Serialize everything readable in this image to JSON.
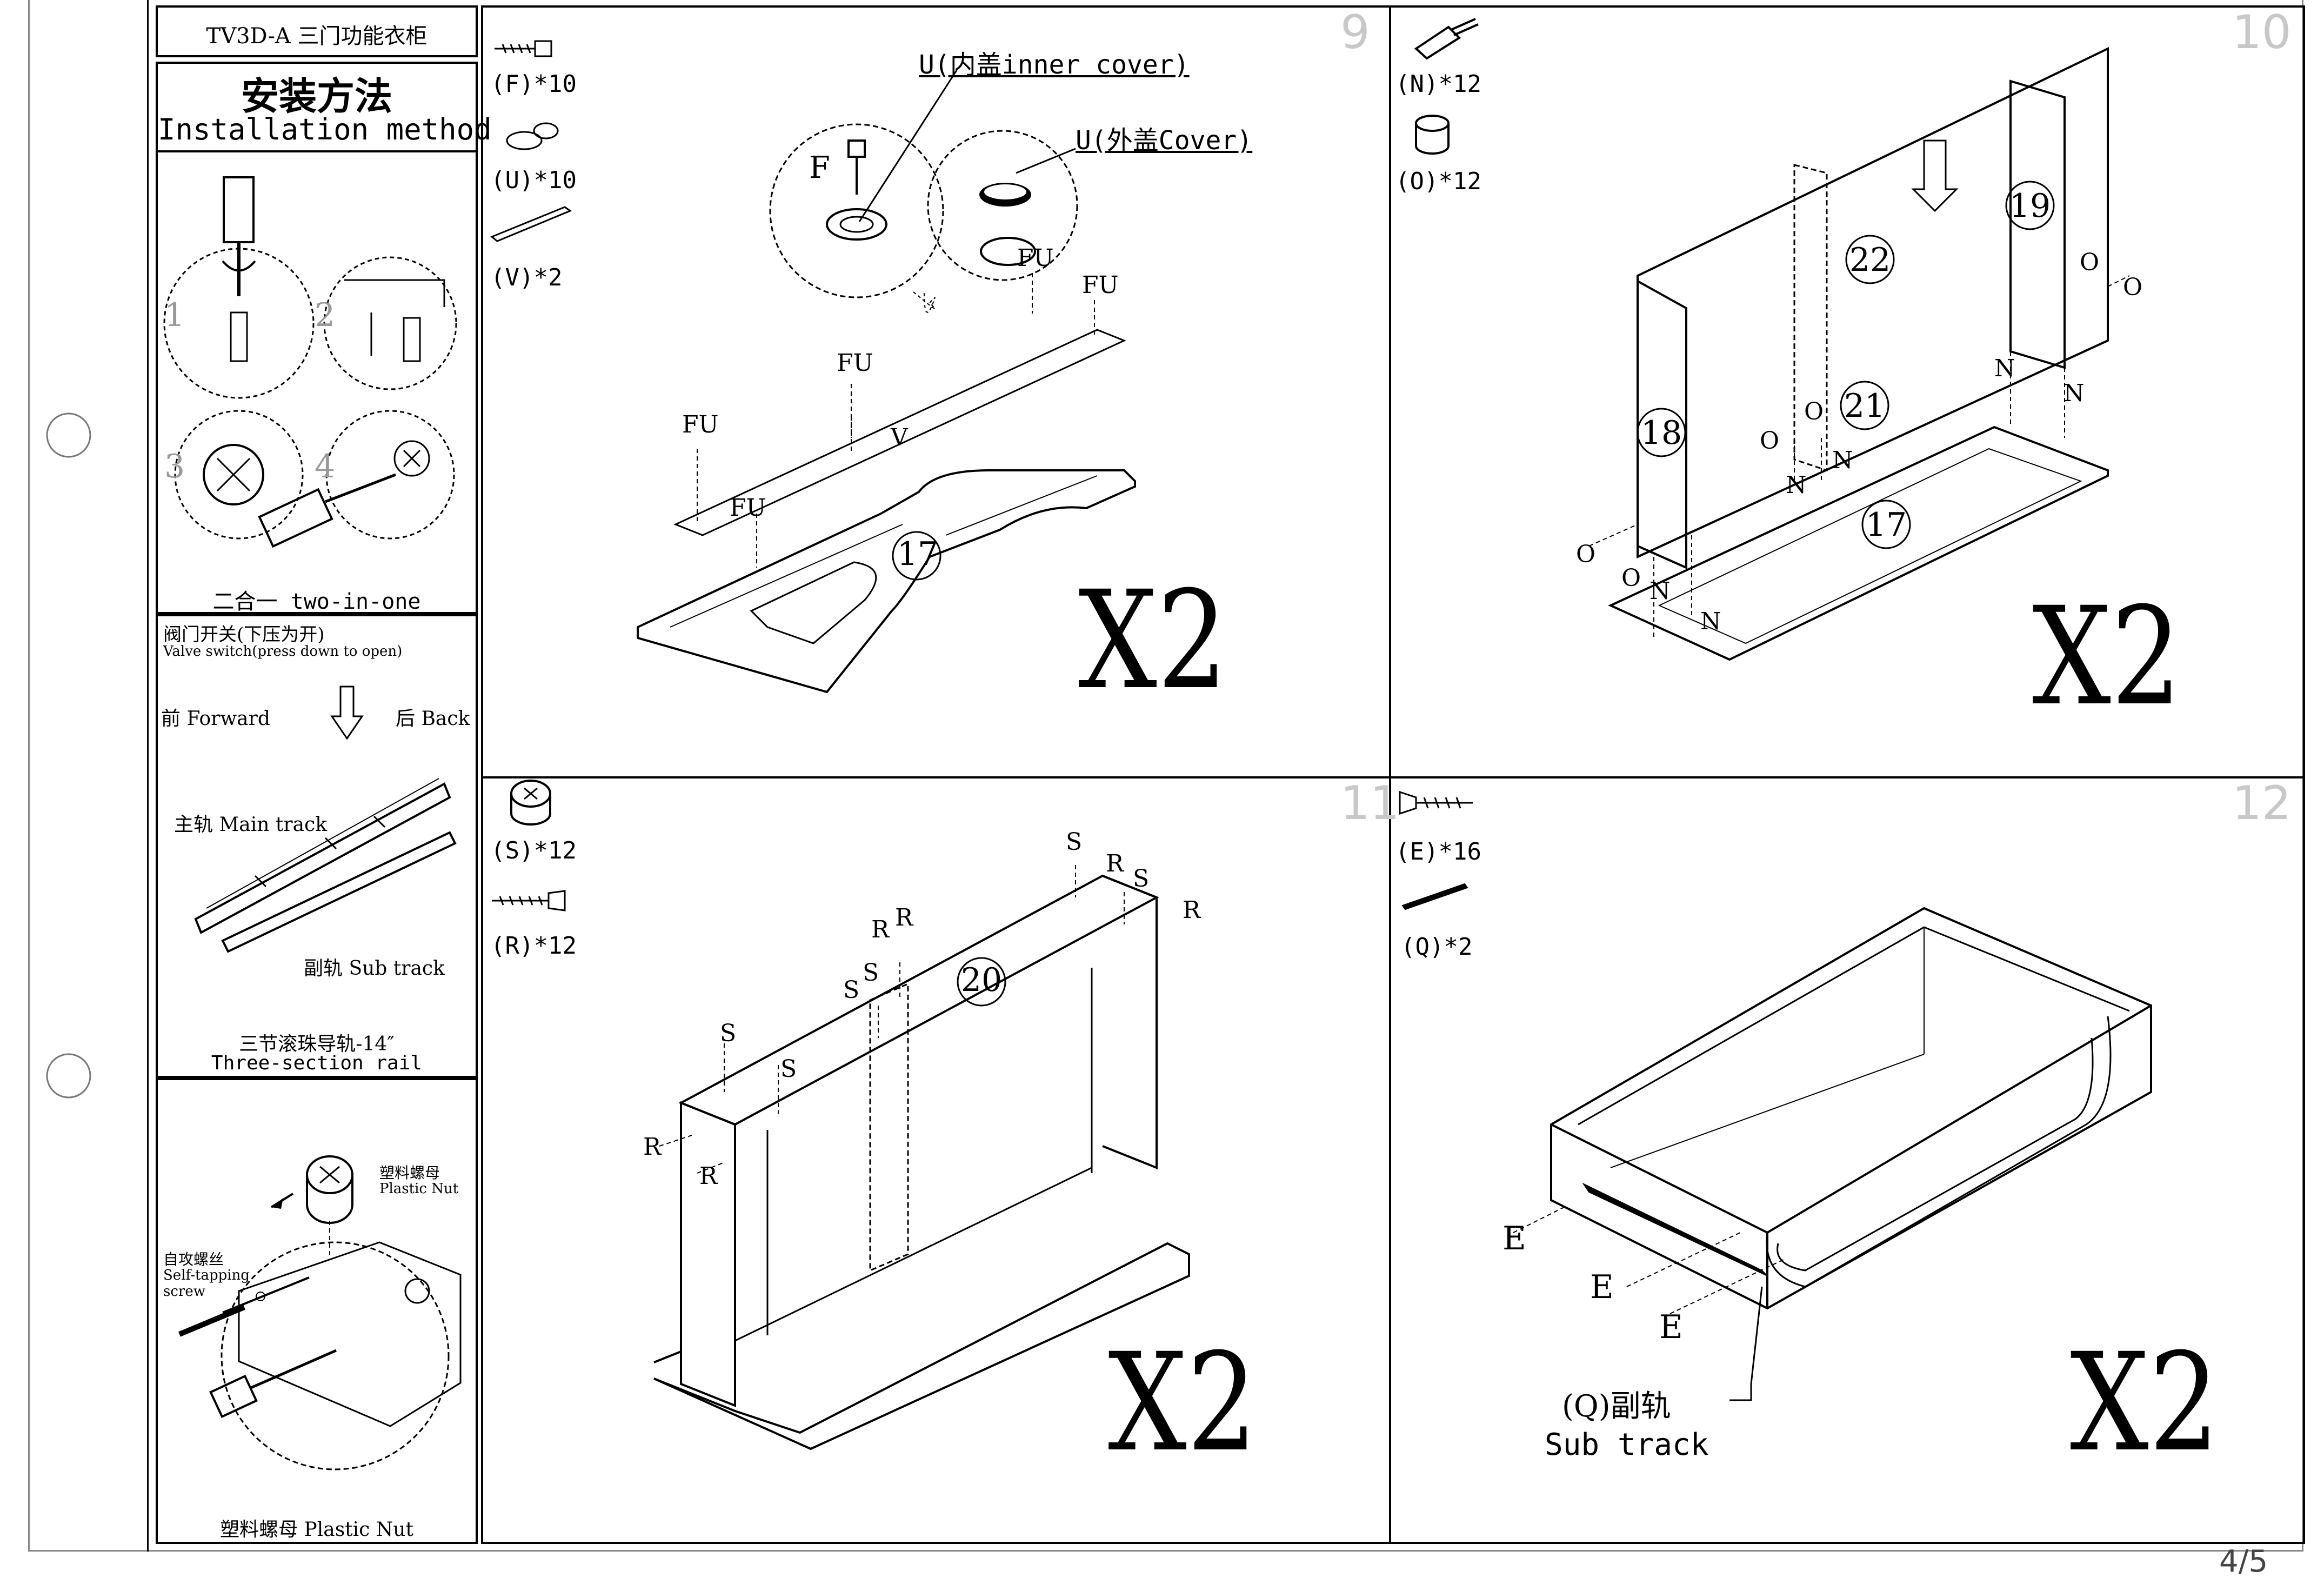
{
  "header": {
    "model_title": "TV3D-A 三门功能衣柜"
  },
  "method": {
    "title_cn": "安装方法",
    "title_en": "Installation method",
    "caption": "二合一 two-in-one",
    "nums": [
      "1",
      "2",
      "3",
      "4"
    ]
  },
  "valve": {
    "line1": "阀门开关(下压为开)",
    "line2": "Valve switch(press down to open)",
    "forward": "前 Forward",
    "back": "后 Back"
  },
  "rail": {
    "main_track": "主轨 Main track",
    "sub_track": "副轨 Sub track",
    "caption_cn": "三节滚珠导轨-14″",
    "caption_en": "Three-section  rail"
  },
  "nut": {
    "plastic_nut_cn": "塑料螺母",
    "plastic_nut_en": "Plastic Nut",
    "self_tap_cn": "自攻螺丝",
    "self_tap_en1": "Self-tapping",
    "self_tap_en2": "screw",
    "footer": "塑料螺母 Plastic Nut"
  },
  "panel9": {
    "step": "9",
    "parts": [
      "(F)*10",
      "(U)*10",
      "(V)*2"
    ],
    "u_inner": "U(内盖inner cover)",
    "u_outer": "U(外盖Cover)",
    "f_label": "F",
    "fu": "FU",
    "v": "V",
    "board": "17",
    "multiplier": "X2"
  },
  "panel10": {
    "step": "10",
    "parts": [
      "(N)*12",
      "(O)*12"
    ],
    "boards": [
      "19",
      "22",
      "21",
      "18",
      "17"
    ],
    "o": "O",
    "n": "N",
    "multiplier": "X2"
  },
  "panel11": {
    "step": "11",
    "parts": [
      "(S)*12",
      "(R)*12"
    ],
    "board": "20",
    "s": "S",
    "r": "R",
    "multiplier": "X2"
  },
  "panel12": {
    "step": "12",
    "parts": [
      "(E)*16",
      "(Q)*2"
    ],
    "e": "E",
    "q_cn": "(Q)副轨",
    "q_en": "Sub track",
    "multiplier": "X2"
  },
  "page": {
    "number": "4/5"
  }
}
